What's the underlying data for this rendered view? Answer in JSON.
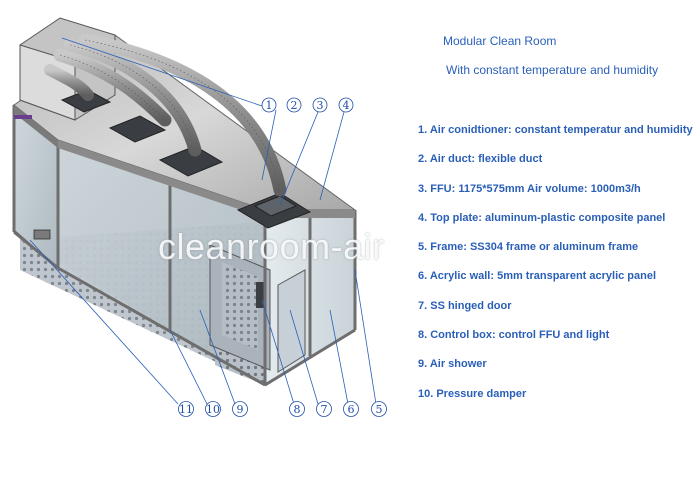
{
  "title": "Modular Clean Room",
  "subtitle": "With constant temperature and humidity",
  "watermark": "cleanroom-air",
  "legend": [
    "1. Air conidtioner: constant temperatur and humidity",
    "2. Air duct:  flexible duct",
    "3. FFU: 1175*575mm  Air volume: 1000m3/h",
    "4. Top plate: aluminum-plastic composite panel",
    "5. Frame: SS304 frame or aluminum frame",
    "6. Acrylic wall: 5mm transparent acrylic panel",
    "7. SS hinged door",
    "8. Control box:  control FFU and light",
    "9. Air shower",
    "10. Pressure damper"
  ],
  "callouts_top": [
    "1",
    "2",
    "3",
    "4"
  ],
  "callouts_bottom": [
    "11",
    "10",
    "9",
    "8",
    "7",
    "6",
    "5"
  ],
  "colors": {
    "text": "#2a5fb8",
    "callout": "#1e4fa8",
    "frame": "#6e6e6e"
  }
}
